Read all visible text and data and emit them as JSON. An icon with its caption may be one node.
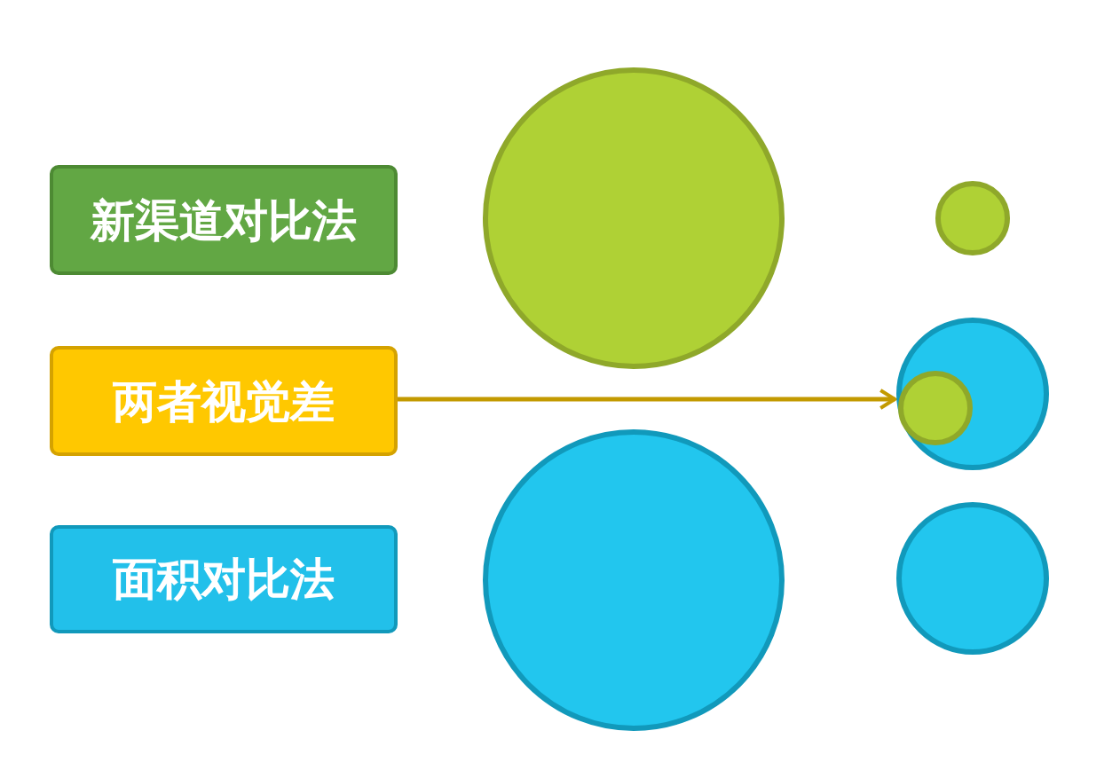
{
  "diagram": {
    "nodes": [
      {
        "text": [
          "新渠道对比法"
        ]
      },
      {
        "text": [],
        "shape": "circle"
      },
      {
        "text": [],
        "shape": "circle"
      },
      {
        "text": [
          "两者视觉差"
        ]
      },
      {
        "text": [],
        "shape": "circle"
      },
      {
        "text": [],
        "shape": "circle",
        "in": 4
      },
      {
        "text": [
          "面积对比法"
        ]
      },
      {
        "text": [],
        "shape": "circle"
      },
      {
        "text": [],
        "shape": "circle"
      }
    ],
    "edges": [
      {
        "from": 3,
        "to": 4,
        "arrow": "to"
      }
    ]
  }
}
